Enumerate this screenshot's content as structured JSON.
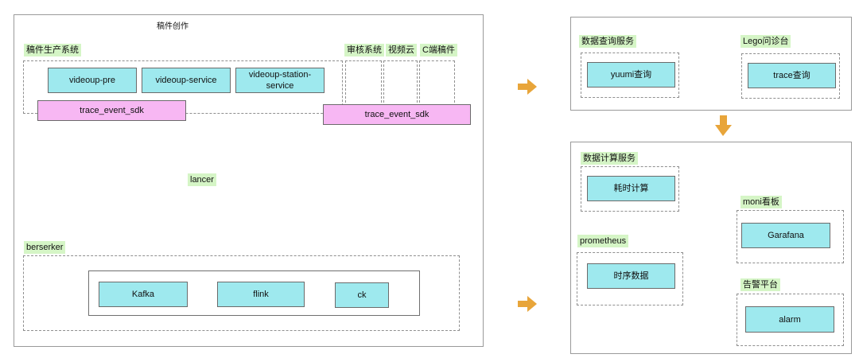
{
  "colors": {
    "box_fill": "#9ee9ee",
    "sdk_fill": "#f7b7f3",
    "label_fill": "#d5f5c6",
    "arrow_fill": "#e8a53a",
    "line_color": "#111111"
  },
  "left": {
    "top_input_label": "稿件创作",
    "production_group_label": "稿件生产系统",
    "services": [
      "videoup-pre",
      "videoup-service",
      "videoup-station-service"
    ],
    "sdk_left": "trace_event_sdk",
    "sdk_right": "trace_event_sdk",
    "other_systems": [
      "审核系统",
      "视频云",
      "C端稿件"
    ],
    "lancer_label": "lancer",
    "berserker_label": "berserker",
    "pipeline": [
      "Kafka",
      "flink",
      "ck"
    ]
  },
  "right_top": {
    "query_service_label": "数据查询服务",
    "yuumi_box": "yuumi查询",
    "lego_label": "Lego问诊台",
    "trace_box": "trace查询"
  },
  "right_bottom": {
    "compute_label": "数据计算服务",
    "time_box": "耗时计算",
    "prometheus_label": "prometheus",
    "tsdb_box": "时序数据",
    "moni_label": "moni看板",
    "grafana_box": "Garafana",
    "alarm_label": "告警平台",
    "alarm_box": "alarm"
  }
}
